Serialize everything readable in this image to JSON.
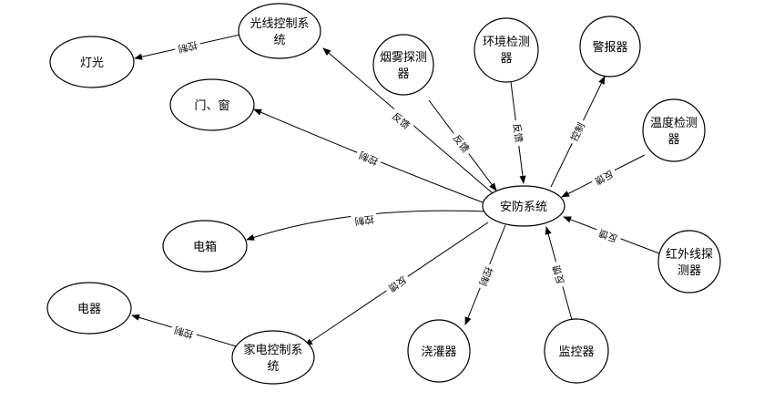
{
  "nodes": {
    "center": "安防系统",
    "light_ctrl": [
      "光线控制系",
      "统"
    ],
    "light": "灯光",
    "door": "门、窗",
    "smoke": [
      "烟雾探测",
      "器"
    ],
    "env": [
      "环境检测",
      "器"
    ],
    "alarm": "警报器",
    "temp": [
      "温度检测",
      "器"
    ],
    "ir": [
      "红外线探",
      "测器"
    ],
    "box": "电箱",
    "appliance": "电器",
    "home_ctrl": [
      "家电控制系",
      "统"
    ],
    "sprinkler": "浇灌器",
    "monitor": "监控器"
  },
  "edges": {
    "light_ctrl_light": "控制",
    "center_light_ctrl": "反馈",
    "center_door": "控制",
    "smoke_center": "反馈",
    "env_center": "反馈",
    "center_alarm": "控制",
    "temp_center": "反馈",
    "ir_center": "反馈",
    "center_box": "控制",
    "center_home_ctrl": "反馈",
    "center_sprinkler": "控制",
    "monitor_center": "反馈",
    "home_ctrl_appliance": "控制"
  }
}
